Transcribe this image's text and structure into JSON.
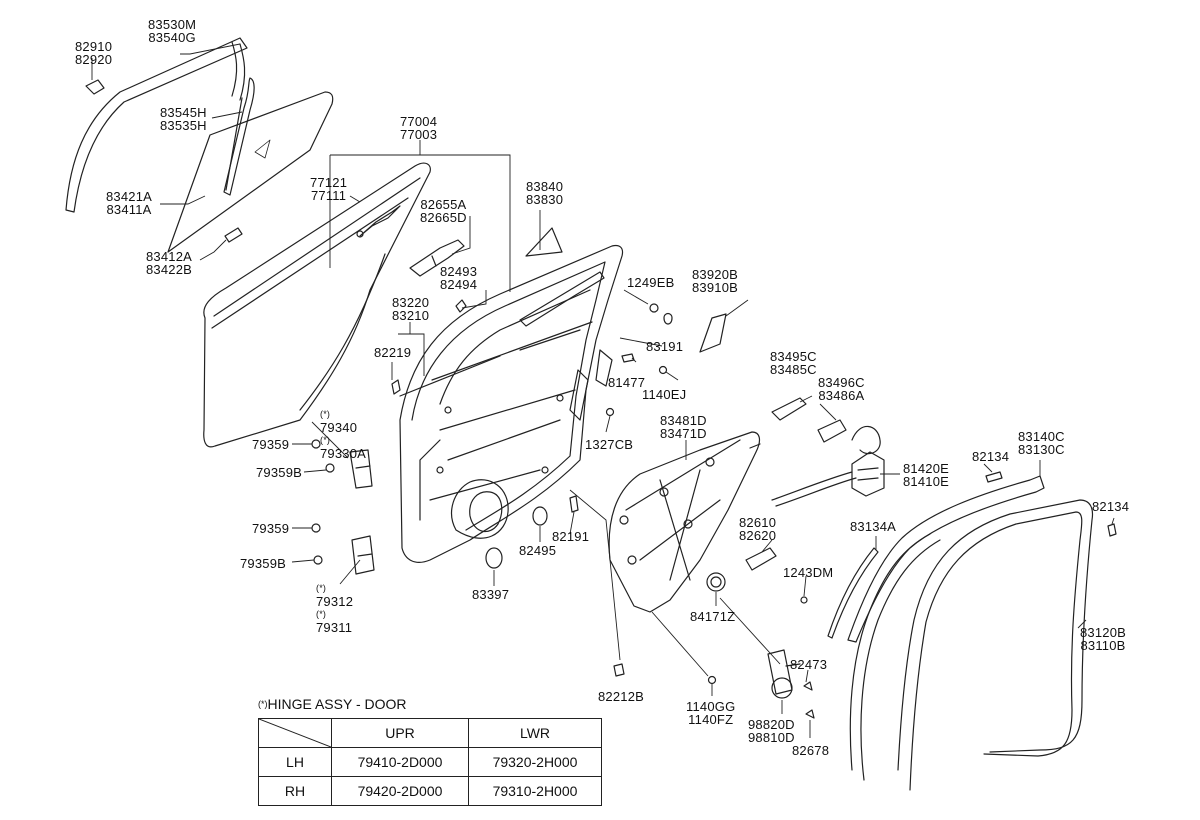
{
  "labels": {
    "l83530m": [
      "83530M",
      "83540G"
    ],
    "l82910": [
      "82910",
      "82920"
    ],
    "l83545h": [
      "83545H",
      "83535H"
    ],
    "l83421a": [
      "83421A",
      "83411A"
    ],
    "l83412a": [
      "83412A",
      "83422B"
    ],
    "l77004": [
      "77004",
      "77003"
    ],
    "l77121": [
      "77121",
      "77111"
    ],
    "l82655a": [
      "82655A",
      "82665D"
    ],
    "l82493": [
      "82493",
      "82494"
    ],
    "l83840": [
      "83840",
      "83830"
    ],
    "l1249eb": [
      "1249EB"
    ],
    "l83920b": [
      "83920B",
      "83910B"
    ],
    "l83220": [
      "83220",
      "83210"
    ],
    "l82219": [
      "82219"
    ],
    "l83191": [
      "83191"
    ],
    "l81477": [
      "81477"
    ],
    "l1140ej": [
      "1140EJ"
    ],
    "l83495c": [
      "83495C",
      "83485C"
    ],
    "l83496c": [
      "83496C",
      "83486A"
    ],
    "l79340": [
      "79340",
      "79330A"
    ],
    "l79359a": [
      "79359"
    ],
    "l79359ba": [
      "79359B"
    ],
    "l1327cb": [
      "1327CB"
    ],
    "l83481d": [
      "83481D",
      "83471D"
    ],
    "l83140c": [
      "83140C",
      "83130C"
    ],
    "l82134a": [
      "82134"
    ],
    "l81420e": [
      "81420E",
      "81410E"
    ],
    "l82134b": [
      "82134"
    ],
    "l83134a": [
      "83134A"
    ],
    "l82610": [
      "82610",
      "82620"
    ],
    "l79359b1": [
      "79359"
    ],
    "l82495": [
      "82495"
    ],
    "l82191": [
      "82191"
    ],
    "l1243dm": [
      "1243DM"
    ],
    "l79359bb": [
      "79359B"
    ],
    "l79312": [
      "79312",
      "79311"
    ],
    "l83397": [
      "83397"
    ],
    "l84171z": [
      "84171Z"
    ],
    "l83120b": [
      "83120B",
      "83110B"
    ],
    "l82473": [
      "82473"
    ],
    "l82212b": [
      "82212B"
    ],
    "l1140gg": [
      "1140GG",
      "1140FZ"
    ],
    "l98820d": [
      "98820D",
      "98810D"
    ],
    "l82678": [
      "82678"
    ]
  },
  "hinge": {
    "marker": "(*)",
    "title": "HINGE ASSY - DOOR",
    "col_upr": "UPR",
    "col_lwr": "LWR",
    "rows": [
      {
        "side": "LH",
        "upr": "79410-2D000",
        "lwr": "79320-2H000"
      },
      {
        "side": "RH",
        "upr": "79420-2D000",
        "lwr": "79310-2H000"
      }
    ]
  }
}
